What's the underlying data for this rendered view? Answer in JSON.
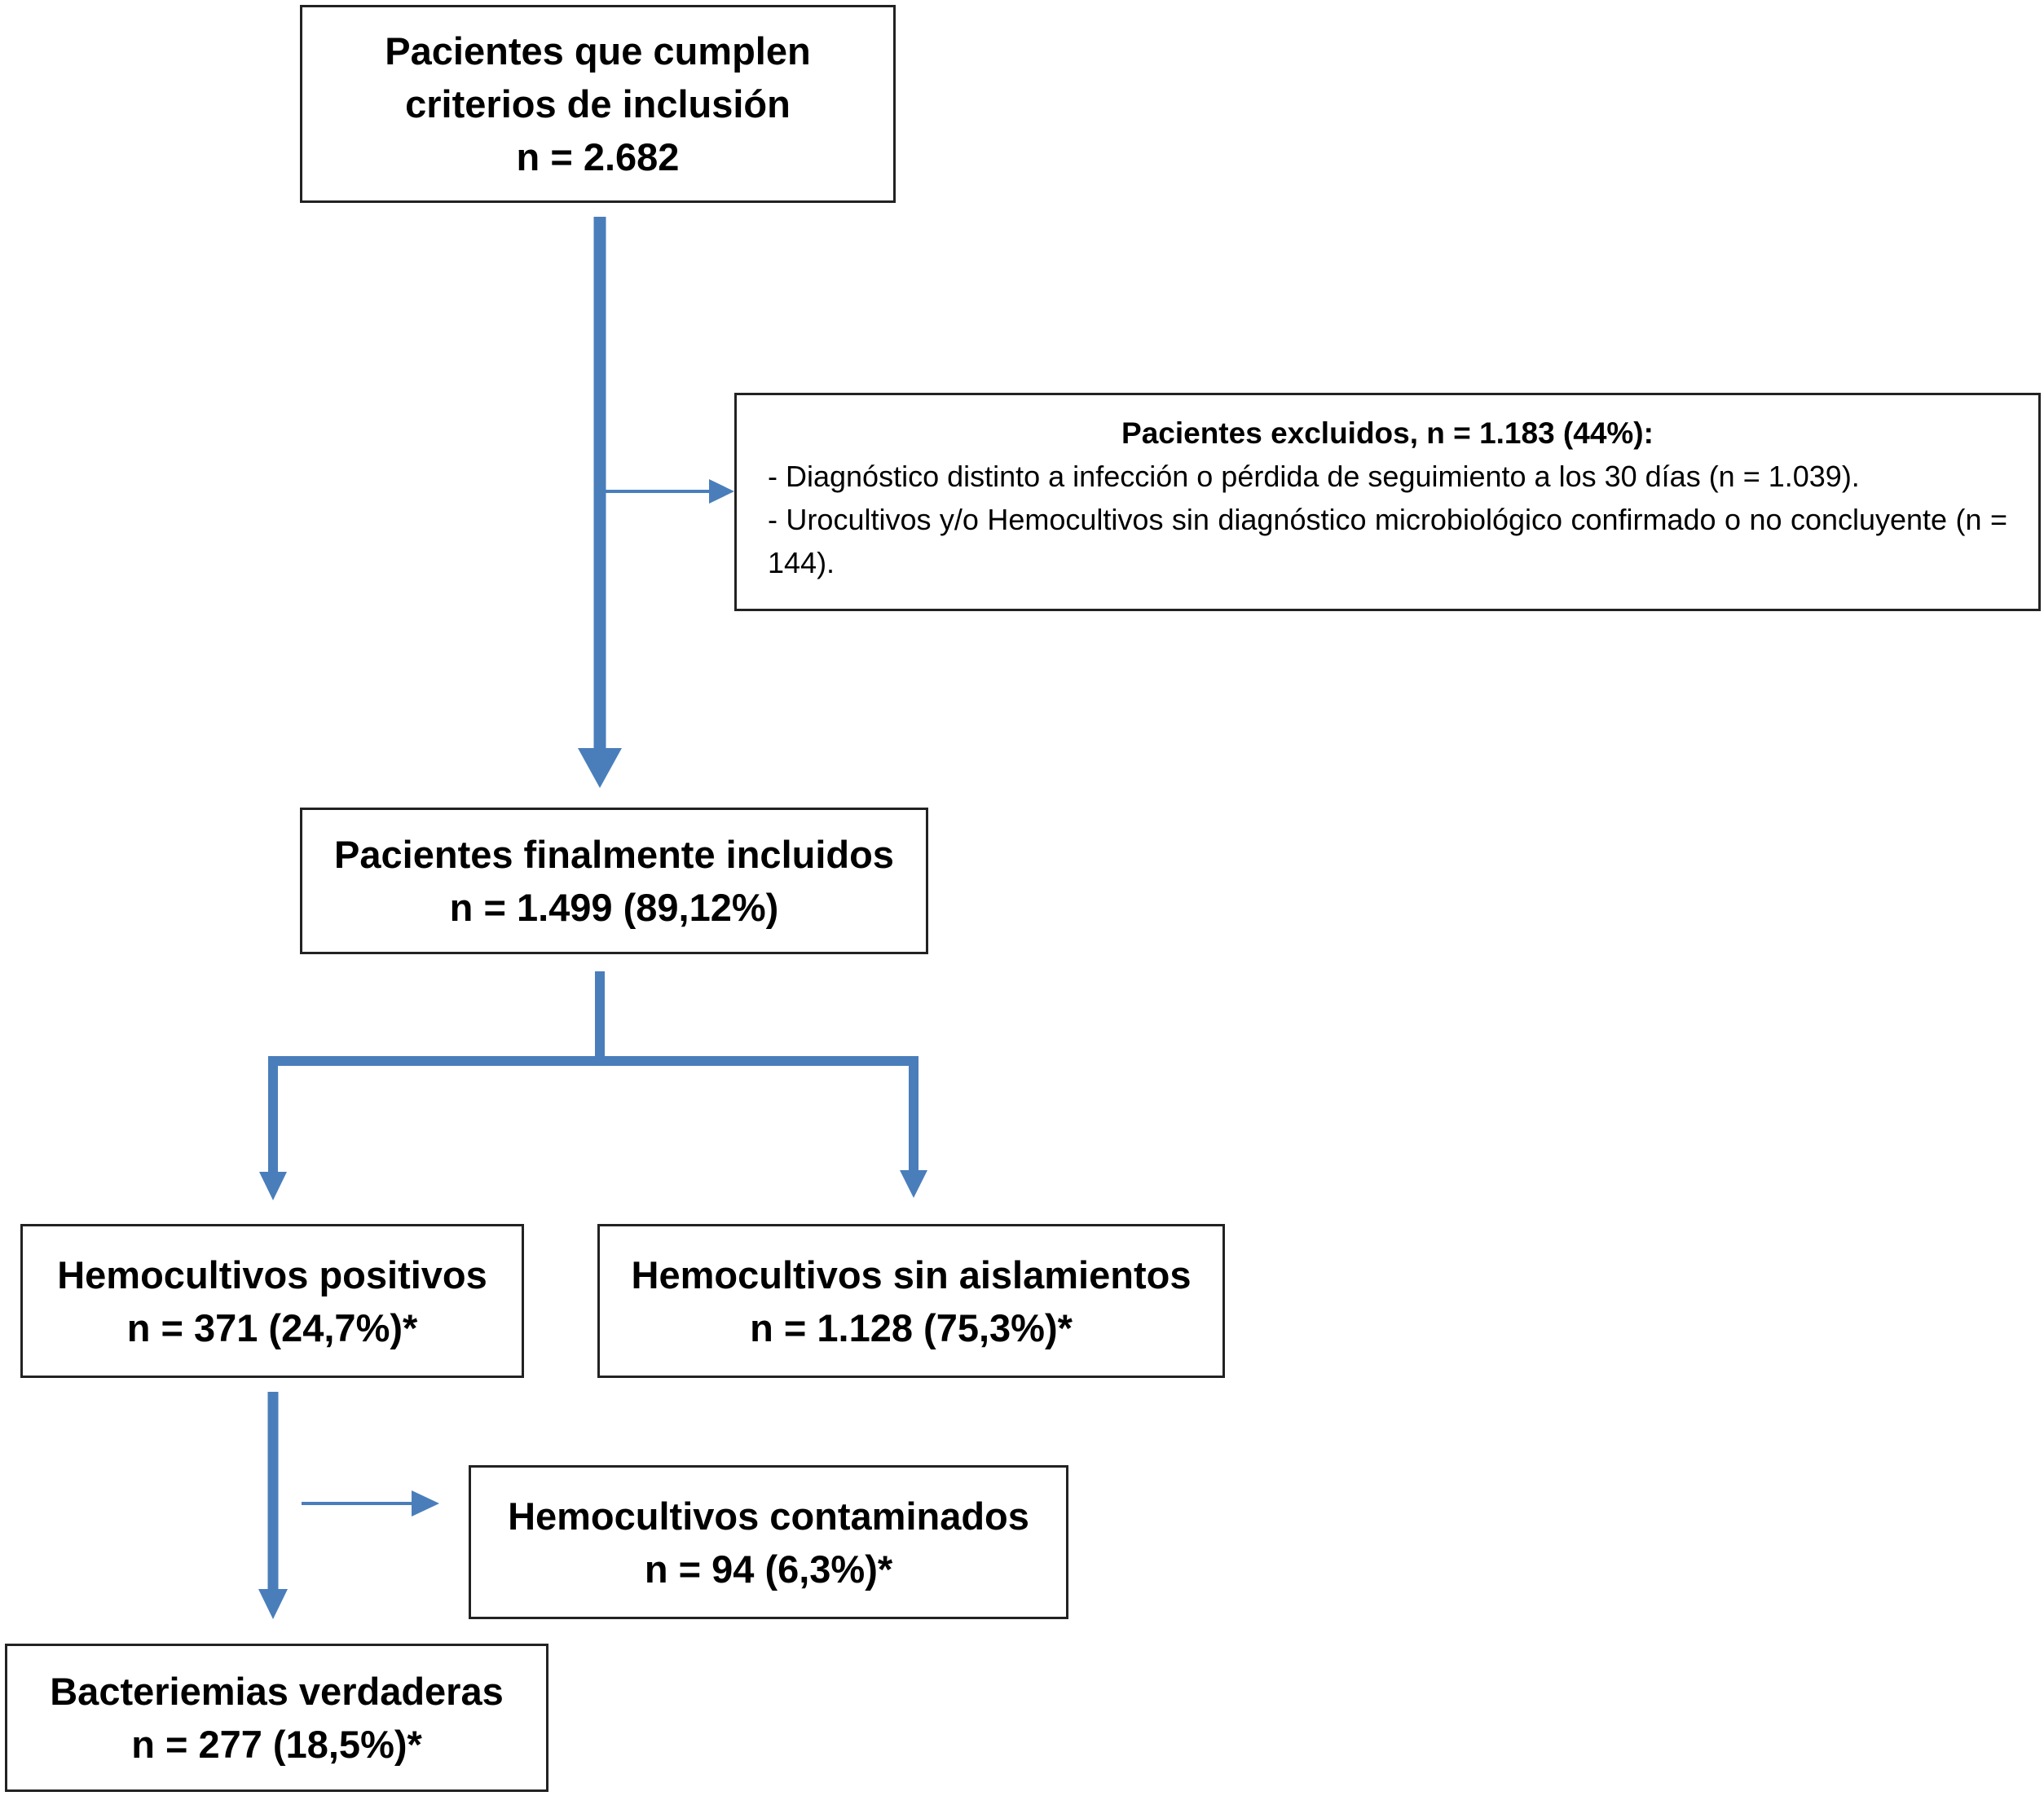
{
  "colors": {
    "arrow": "#4a7ebb",
    "border": "#222222",
    "text": "#000000"
  },
  "flowchart": {
    "criteria": {
      "line1": "Pacientes que cumplen",
      "line2": "criterios de inclusión",
      "line3": "n = 2.682"
    },
    "excluded": {
      "title": "Pacientes excluidos, n = 1.183 (44%):",
      "item1": "- Diagnóstico distinto a infección o pérdida de seguimiento a los 30 días (n = 1.039).",
      "item2": "- Urocultivos y/o Hemocultivos sin diagnóstico microbiológico confirmado o no concluyente (n = 144)."
    },
    "included": {
      "line1": "Pacientes finalmente incluidos",
      "line2": "n = 1.499 (89,12%)"
    },
    "positive": {
      "line1": "Hemocultivos positivos",
      "line2": "n = 371 (24,7%)*"
    },
    "negative": {
      "line1": "Hemocultivos sin aislamientos",
      "line2": "n = 1.128 (75,3%)*"
    },
    "contaminated": {
      "line1": "Hemocultivos contaminados",
      "line2": "n = 94 (6,3%)*"
    },
    "true_bacteremia": {
      "line1": "Bacteriemias verdaderas",
      "line2": "n = 277 (18,5%)*"
    }
  }
}
